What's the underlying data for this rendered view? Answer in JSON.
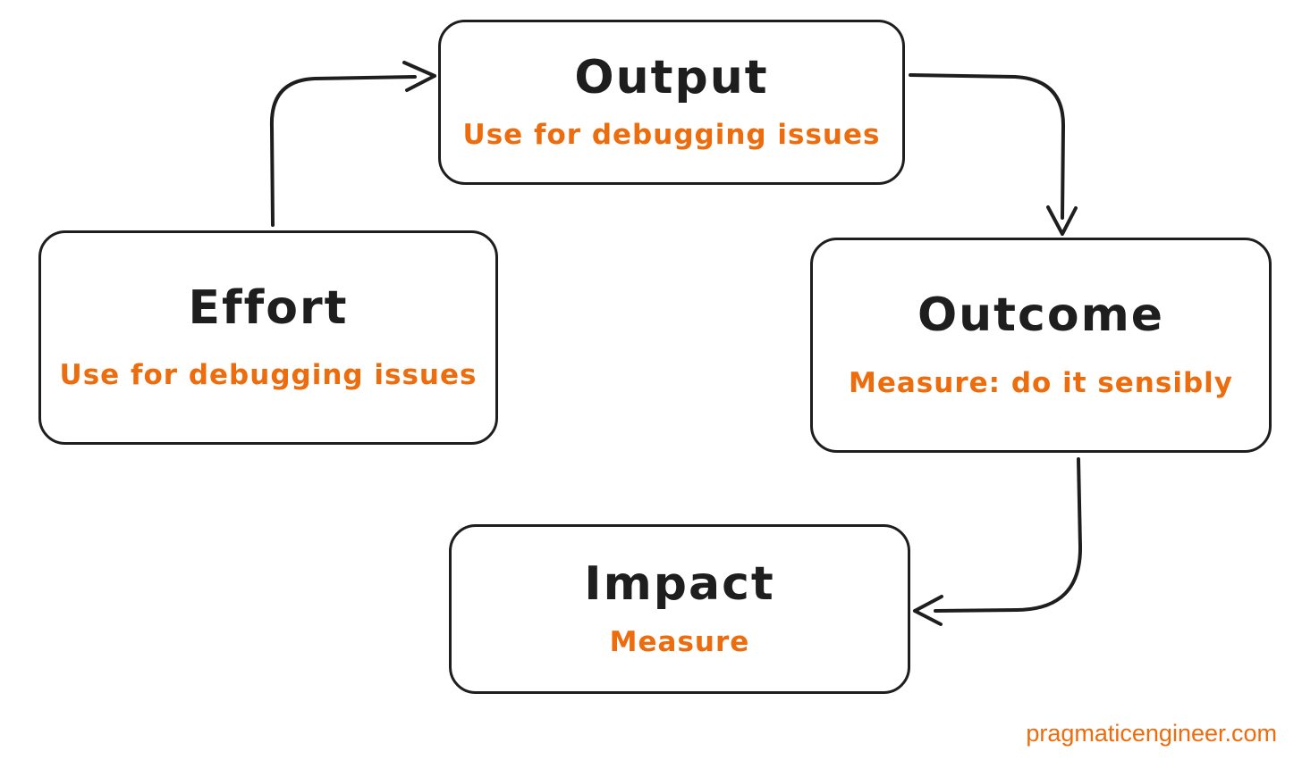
{
  "diagram": {
    "nodes": [
      {
        "id": "output",
        "title": "Output",
        "subtitle": "Use for debugging issues"
      },
      {
        "id": "effort",
        "title": "Effort",
        "subtitle": "Use for debugging issues"
      },
      {
        "id": "outcome",
        "title": "Outcome",
        "subtitle": "Measure: do it sensibly"
      },
      {
        "id": "impact",
        "title": "Impact",
        "subtitle": "Measure"
      }
    ],
    "edges": [
      {
        "from": "Effort",
        "to": "Output"
      },
      {
        "from": "Output",
        "to": "Outcome"
      },
      {
        "from": "Outcome",
        "to": "Impact"
      }
    ],
    "colors": {
      "title_text": "#1e1e1e",
      "subtitle_text": "#ed6c0d",
      "stroke": "#1e1e1e",
      "background": "#ffffff"
    }
  },
  "footer": {
    "watermark": "pragmaticengineer.com",
    "color": "#ed6c0d"
  }
}
